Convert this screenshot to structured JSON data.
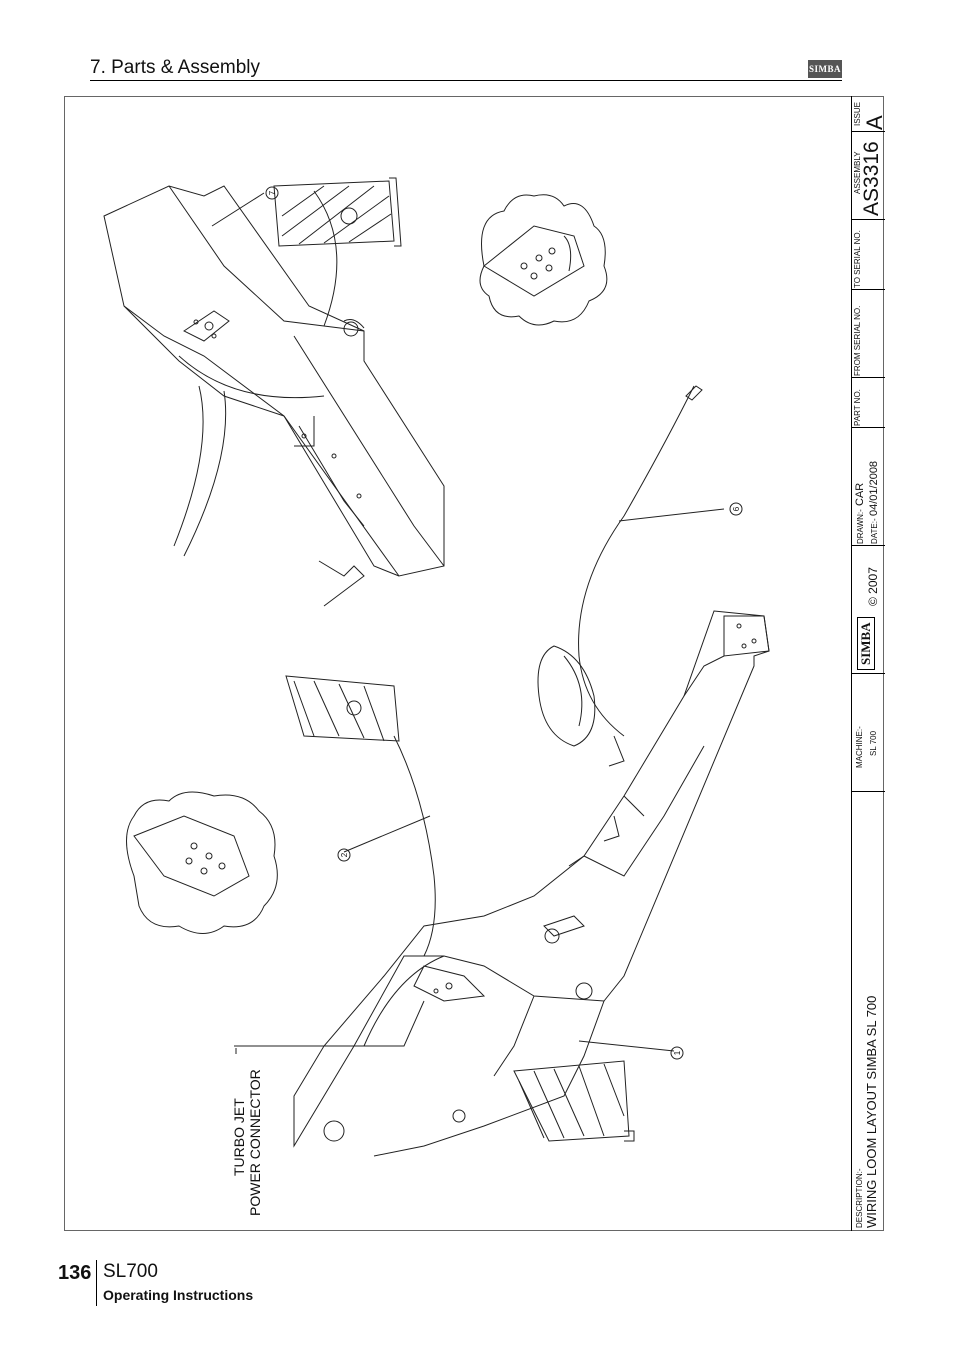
{
  "header": {
    "section_title": "7. Parts & Assembly",
    "logo_text": "SIMBA"
  },
  "drawing": {
    "callout_label_line1": "TURBO JET",
    "callout_label_line2": "POWER CONNECTOR",
    "balloons": [
      "7",
      "6",
      "2",
      "1"
    ]
  },
  "title_block": {
    "issue_label": "ISSUE",
    "issue_value": "A",
    "assembly_label": "ASSEMBLY",
    "assembly_value": "AS3316",
    "to_serial_label": "TO SERIAL NO.",
    "from_serial_label": "FROM SERIAL NO.",
    "part_no_label": "PART NO.",
    "drawn_label": "DRAWN:-",
    "drawn_value": "CAR",
    "date_label": "DATE:-",
    "date_value": "04/01/2008",
    "copyright": "© 2007",
    "logo_text": "SIMBA",
    "machine_label": "MACHINE:-",
    "machine_value": "SL 700",
    "description_label": "DESCRIPTION:-",
    "description_value": "WIRING LOOM LAYOUT SIMBA SL 700"
  },
  "footer": {
    "page_number": "136",
    "model": "SL700",
    "subtitle": "Operating Instructions"
  }
}
